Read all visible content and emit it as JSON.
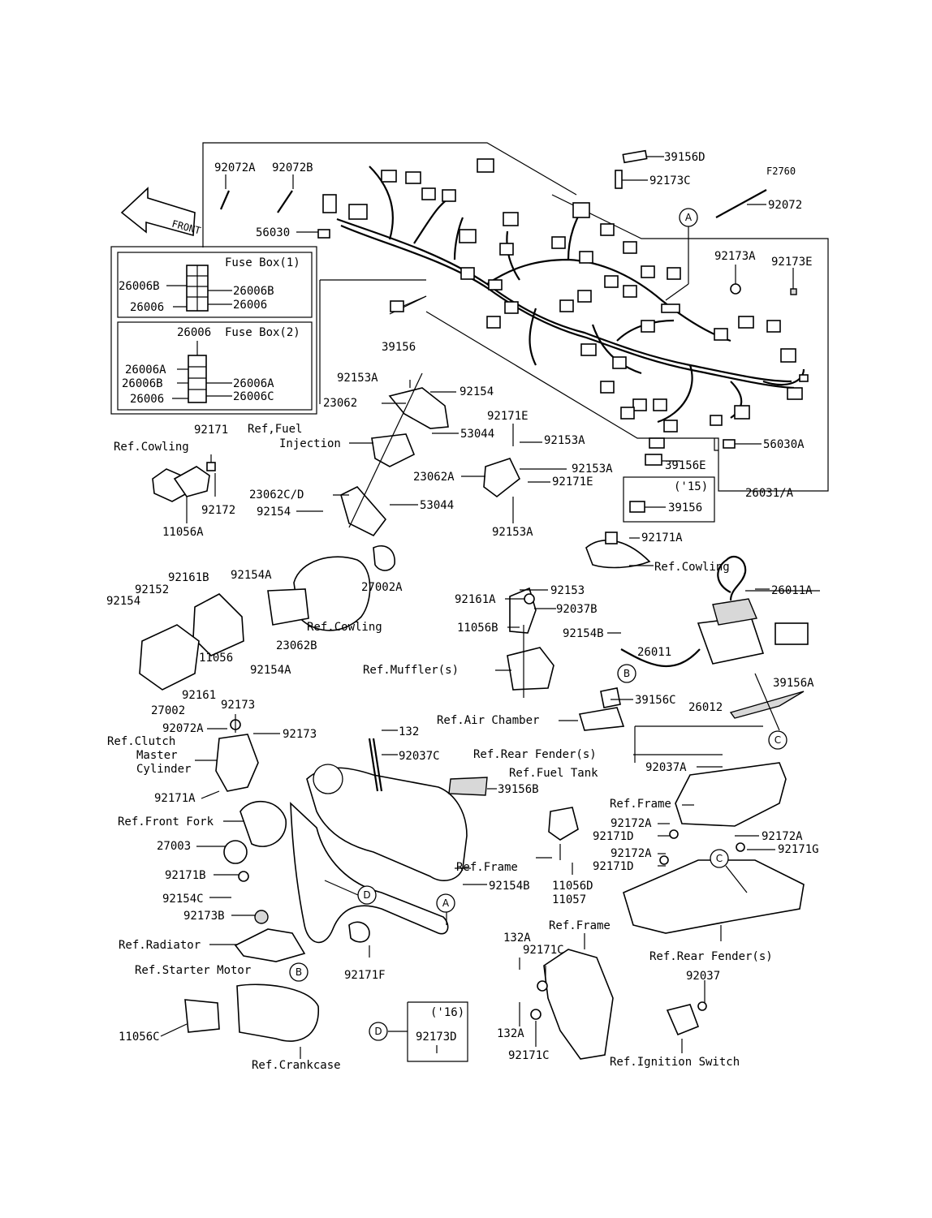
{
  "fig_code": "F2760",
  "front_label": "FRONT",
  "fuse_box_1": {
    "title": "Fuse Box(1)",
    "left": [
      "26006B",
      "26006"
    ],
    "right": [
      "26006B",
      "26006"
    ]
  },
  "fuse_box_2": {
    "title": "Fuse Box(2)",
    "top": "26006",
    "left": [
      "26006A",
      "26006B",
      "26006"
    ],
    "right": [
      "26006A",
      "26006C"
    ]
  },
  "callouts": {
    "A": "A",
    "B": "B",
    "C": "C",
    "D": "D"
  },
  "year_box_15": {
    "year": "('15)",
    "part": "39156"
  },
  "year_box_16": {
    "year": "('16)",
    "part": "92173D"
  },
  "labels": [
    "92072A",
    "92072B",
    "56030",
    "39156D",
    "92173C",
    "92072",
    "92173A",
    "92173E",
    "39156",
    "92153A",
    "92154",
    "23062",
    "Ref,Fuel",
    "Injection",
    "53044",
    "92171E",
    "92153A",
    "23062A",
    "92153A",
    "92171E",
    "39156E",
    "56030A",
    "26031/A",
    "92153A",
    "23062C/D",
    "92154",
    "53044",
    "92171",
    "Ref.Cowling",
    "92172",
    "11056A",
    "92171A",
    "Ref.Cowling",
    "27002A",
    "92154A",
    "92161B",
    "92152",
    "92154",
    "Ref.Cowling",
    "23062B",
    "11056",
    "92154A",
    "92161",
    "27002",
    "92153",
    "92161A",
    "92037B",
    "11056B",
    "92154B",
    "26011A",
    "26011",
    "Ref.Muffler(s)",
    "26012",
    "39156A",
    "39156C",
    "Ref.Air Chamber",
    "92173",
    "92072A",
    "92173",
    "Ref.Clutch",
    "Master",
    "Cylinder",
    "92171A",
    "132",
    "92037C",
    "39156B",
    "Ref.Rear Fender(s)",
    "Ref.Fuel Tank",
    "92037A",
    "Ref.Frame",
    "Ref.Front Fork",
    "27003",
    "92171B",
    "92154C",
    "Ref.Frame",
    "92154B",
    "11056D",
    "11057",
    "92172A",
    "92171D",
    "92172A",
    "92171D",
    "92172A",
    "92171G",
    "92173B",
    "Ref.Radiator",
    "92171F",
    "Ref.Starter Motor",
    "11056C",
    "Ref.Crankcase",
    "Ref.Frame",
    "132A",
    "92171C",
    "132A",
    "92171C",
    "Ref.Rear Fender(s)",
    "92037",
    "Ref.Ignition Switch"
  ]
}
